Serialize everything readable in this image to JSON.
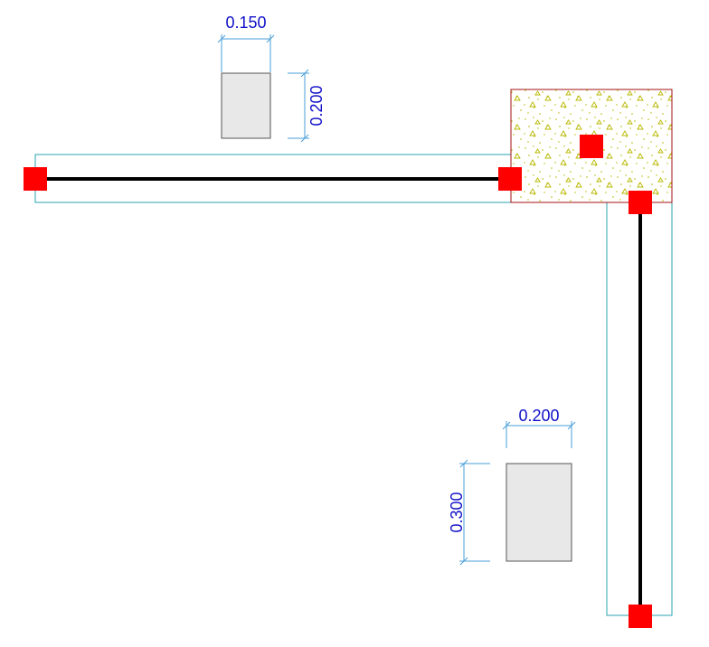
{
  "drawing": {
    "colors": {
      "background": "#ffffff",
      "beam_outline": "#2aa3b0",
      "beam_axis": "#000000",
      "node": "#ff0000",
      "section_fill": "#e8e8e8",
      "section_stroke": "#555555",
      "dimension_line": "#4a9fd8",
      "dimension_text": "#1010c8",
      "column_border": "#a01010",
      "concrete_hatch": "#b8b800"
    },
    "dimensions": {
      "section_1_width": "0.150",
      "section_1_height": "0.200",
      "section_2_width": "0.200",
      "section_2_height": "0.300"
    },
    "elements": {
      "beam_horizontal": "beam",
      "beam_vertical": "beam",
      "column": "concrete-column",
      "nodes": [
        "node",
        "node",
        "node",
        "node",
        "node"
      ]
    }
  }
}
